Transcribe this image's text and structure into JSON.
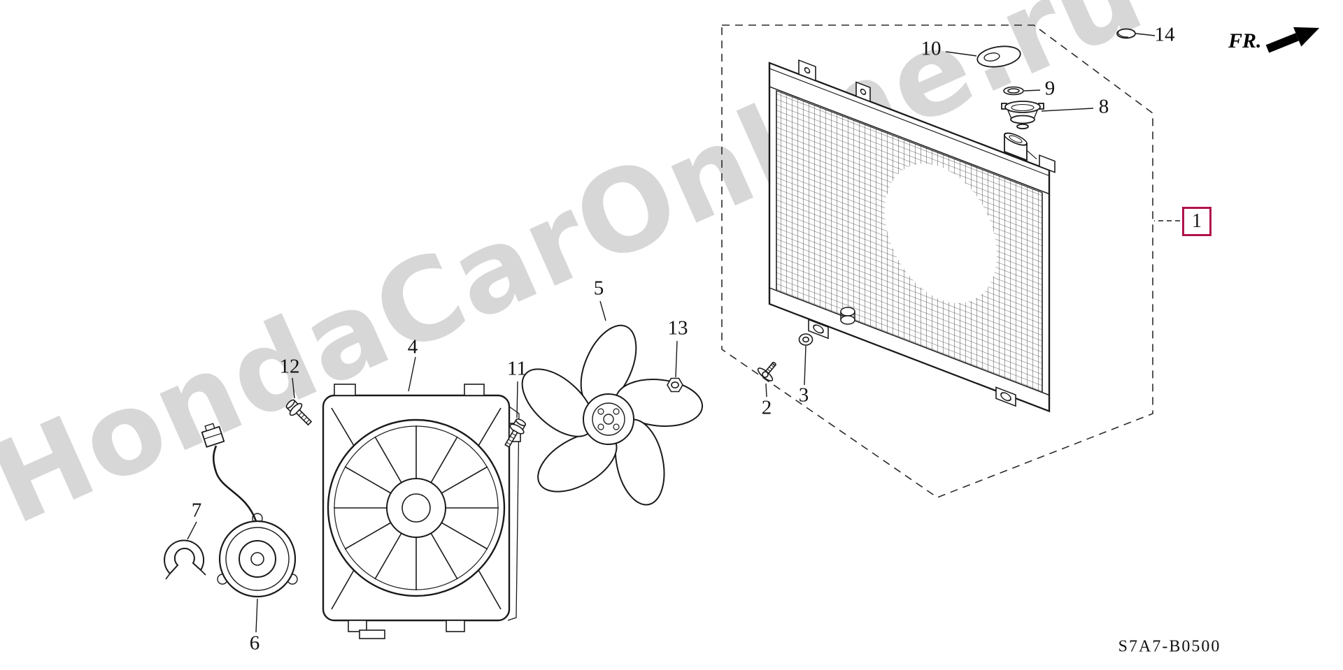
{
  "diagram": {
    "code": "S7A7-B0500",
    "fr_label": "FR.",
    "watermark": "HondaCarOnline.ru"
  },
  "colors": {
    "line": "#1a1a1a",
    "callout_box_border": "#b0124d",
    "watermark_gray": "#848484"
  },
  "callouts": [
    "1",
    "2",
    "3",
    "4",
    "5",
    "6",
    "7",
    "8",
    "9",
    "10",
    "11",
    "12",
    "13",
    "14"
  ]
}
